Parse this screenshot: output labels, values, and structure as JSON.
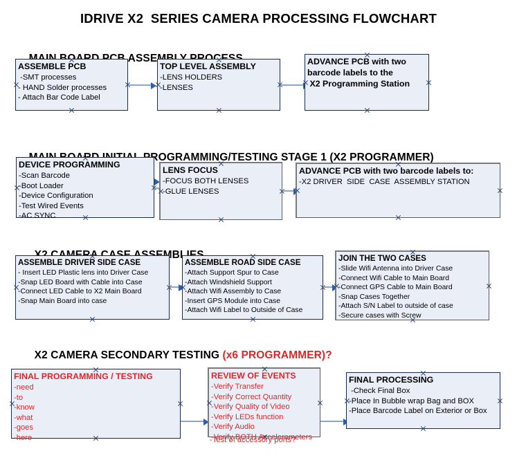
{
  "title": "IDRIVE X2  SERIES CAMERA PROCESSING FLOWCHART",
  "colors": {
    "node_fill": "#e9eef7",
    "node_border": "#1b2a4a",
    "connector": "#8ca6c4",
    "arrowhead": "#2b5fae",
    "red_text": "#e0262b",
    "header_red": "#d42a2a"
  },
  "sections": [
    {
      "id": "main-board-pcb-assembly",
      "heading": "MAIN BOARD PCB ASSEMBLY PROCESS",
      "heading_red": "",
      "nodes": [
        {
          "id": "assemble-pcb",
          "header": "ASSEMBLE PCB",
          "lines": [
            " -SMT processes",
            "- HAND Solder processes",
            "- Attach Bar Code Label"
          ]
        },
        {
          "id": "top-level-assembly",
          "header": "TOP LEVEL ASSEMBLY",
          "lines": [
            "-LENS HOLDERS",
            "-LENSES"
          ]
        },
        {
          "id": "advance-pcb-to-programming-station",
          "header": "ADVANCE PCB with two",
          "lines": [
            "barcode labels to the",
            " X2 Programming Station"
          ]
        }
      ]
    },
    {
      "id": "main-board-initial-programming",
      "heading": "MAIN BOARD INITIAL PROGRAMMING/TESTING STAGE 1 (X2 PROGRAMMER)",
      "heading_red": "",
      "nodes": [
        {
          "id": "device-programming",
          "header": "DEVICE PROGRAMMING",
          "lines": [
            "-Scan Barcode",
            "-Boot Loader",
            "-Device Configuration",
            "-Test Wired Events",
            "-AC SYNC"
          ]
        },
        {
          "id": "lens-focus",
          "header": "LENS FOCUS",
          "lines": [
            "-FOCUS BOTH LENSES",
            "-GLUE LENSES"
          ]
        },
        {
          "id": "advance-pcb-to-driver-side-case",
          "header": "ADVANCE PCB with two barcode labels to:",
          "lines": [
            "-X2 DRIVER  SIDE  CASE  ASSEMBLY STATION"
          ]
        }
      ]
    },
    {
      "id": "x2-camera-case-assemblies",
      "heading": "X2 CAMERA CASE ASSEMBLIES",
      "heading_red": "",
      "nodes": [
        {
          "id": "assemble-driver-side-case",
          "header": "ASSEMBLE DRIVER SIDE CASE",
          "lines": [
            "- Insert LED Plastic lens into Driver Case",
            "-Snap LED Board with Cable into Case",
            "-Connect LED Cable to X2 Main Board",
            "-Snap Main Board into case"
          ]
        },
        {
          "id": "assemble-road-side-case",
          "header": "ASSEMBLE ROAD SIDE CASE",
          "lines": [
            "-Attach Support Spur to Case",
            "-Attach Windshield Support",
            "-Attach Wifi Assembly to Case",
            "-Insert GPS Module into Case",
            "-Attach Wifi Label to Outside of Case"
          ]
        },
        {
          "id": "join-the-two-cases",
          "header": "JOIN THE TWO CASES",
          "lines": [
            "-Slide Wifi Antenna into Driver Case",
            "-Connect Wifi Cable to Main Board",
            "-Connect GPS Cable to Main Board",
            "-Snap Cases Together",
            "-Attach S/N Label to outside of case",
            "-Secure cases with Screw"
          ]
        }
      ]
    },
    {
      "id": "x2-camera-secondary-testing",
      "heading": "X2 CAMERA SECONDARY TESTING ",
      "heading_red": "(x6 PROGRAMMER)?",
      "nodes": [
        {
          "id": "final-programming-testing",
          "header": "FINAL PROGRAMMING / TESTING",
          "lines": [
            "-need",
            "-to",
            "-know",
            "-what",
            "-goes",
            "-here"
          ]
        },
        {
          "id": "review-of-events",
          "header": "REVIEW OF EVENTS",
          "lines": [
            "-Verify Transfer",
            "-Verify Correct Quantity",
            "-Verify Quality of Video",
            "-Verify LEDs function",
            "-Verify Audio",
            "-Verify BOTH Accelerometers"
          ],
          "overflow_line": "-Test of accessory ports?"
        },
        {
          "id": "final-processing",
          "header": "FINAL PROCESSING",
          "lines": [
            " -Check Final Box",
            "-Place In Bubble wrap Bag and BOX",
            "-Place Barcode Label on Exterior or Box"
          ]
        }
      ]
    }
  ]
}
